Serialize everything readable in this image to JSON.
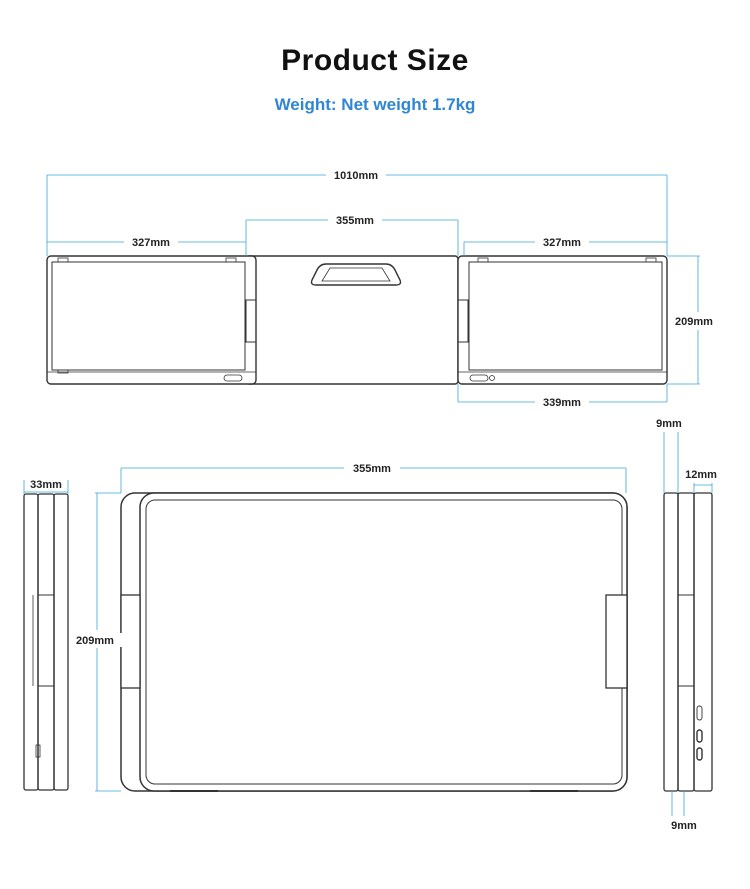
{
  "header": {
    "title": "Product Size",
    "subtitle": "Weight: Net weight 1.7kg"
  },
  "dimensions": {
    "total_width": "1010mm",
    "center_width_top": "355mm",
    "left_screen_width": "327mm",
    "right_screen_width": "327mm",
    "screen_height_right": "209mm",
    "right_screen_base": "339mm",
    "side_thickness_left": "33mm",
    "front_width": "355mm",
    "front_height": "209mm",
    "side_top_right": "9mm",
    "side_thickness_right": "12mm",
    "side_bottom_right": "9mm"
  },
  "colors": {
    "accent": "#2f86d4",
    "dimension_line": "#3aa7d6",
    "outline": "#333333"
  }
}
